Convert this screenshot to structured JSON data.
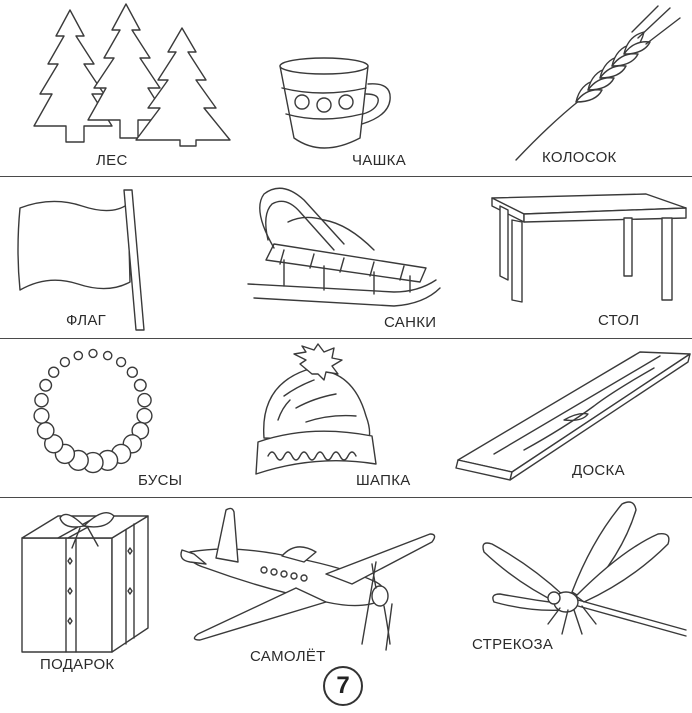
{
  "page": {
    "number": "7"
  },
  "rows": [
    [
      {
        "name": "forest",
        "label": "ЛЕС",
        "icon": "fir-trees-icon"
      },
      {
        "name": "cup",
        "label": "ЧАШКА",
        "icon": "cup-icon"
      },
      {
        "name": "wheat",
        "label": "КОЛОСОК",
        "icon": "wheat-ear-icon"
      }
    ],
    [
      {
        "name": "flag",
        "label": "ФЛАГ",
        "icon": "flag-icon"
      },
      {
        "name": "sled",
        "label": "САНКИ",
        "icon": "sled-icon"
      },
      {
        "name": "table",
        "label": "СТОЛ",
        "icon": "table-icon"
      }
    ],
    [
      {
        "name": "beads",
        "label": "БУСЫ",
        "icon": "beads-icon"
      },
      {
        "name": "hat",
        "label": "ШАПКА",
        "icon": "knit-hat-icon"
      },
      {
        "name": "plank",
        "label": "ДОСКА",
        "icon": "plank-icon"
      }
    ],
    [
      {
        "name": "gift",
        "label": "ПОДАРОК",
        "icon": "gift-box-icon"
      },
      {
        "name": "plane",
        "label": "САМОЛЁТ",
        "icon": "airplane-icon"
      },
      {
        "name": "dragonfly",
        "label": "СТРЕКОЗА",
        "icon": "dragonfly-icon"
      }
    ]
  ]
}
